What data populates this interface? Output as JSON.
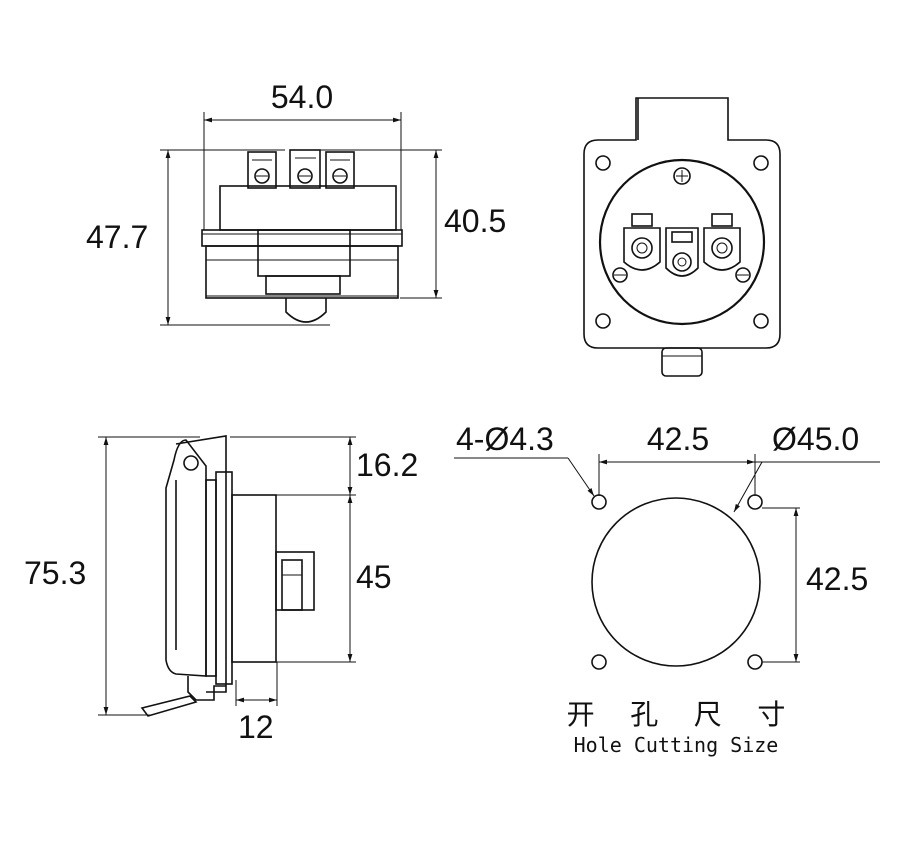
{
  "front_view": {
    "width_label": "54.0",
    "left_height_label": "47.7",
    "right_height_label": "40.5"
  },
  "side_view": {
    "total_height_label": "75.3",
    "top_offset_label": "16.2",
    "body_height_label": "45",
    "depth_label": "12"
  },
  "hole_cutting": {
    "holes_label": "4-Ø4.3",
    "spacing_h_label": "42.5",
    "diameter_label": "Ø45.0",
    "spacing_v_label": "42.5",
    "title_cn": "开    孔    尺    寸",
    "title_en": "Hole Cutting Size"
  }
}
